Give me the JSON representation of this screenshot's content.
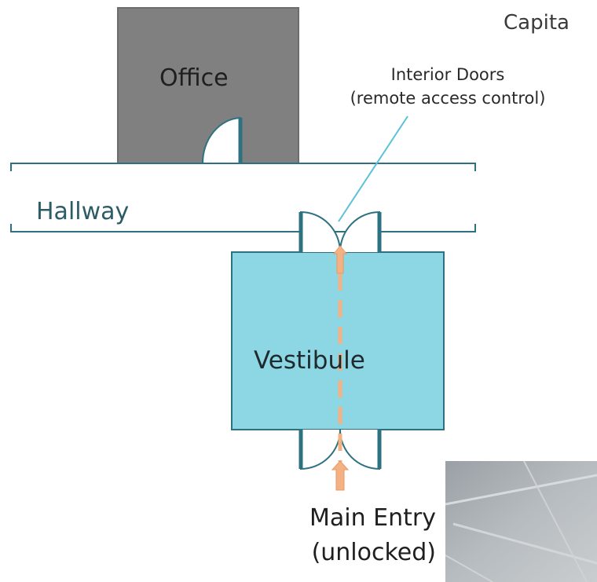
{
  "partial_title": "Capita",
  "rooms": {
    "office": "Office",
    "hallway": "Hallway",
    "vestibule": "Vestibule"
  },
  "interior_doors": {
    "line1": "Interior Doors",
    "line2": "(remote access control)"
  },
  "main_entry": {
    "line1": "Main Entry",
    "line2": "(unlocked)"
  },
  "colors": {
    "office_fill": "#808080",
    "vestibule_fill": "#8dd6e3",
    "wall_stroke": "#2e7180",
    "callout_line": "#5bc2d8",
    "path_arrow": "#f4b183"
  },
  "photo": "ceiling-tiles-photo"
}
